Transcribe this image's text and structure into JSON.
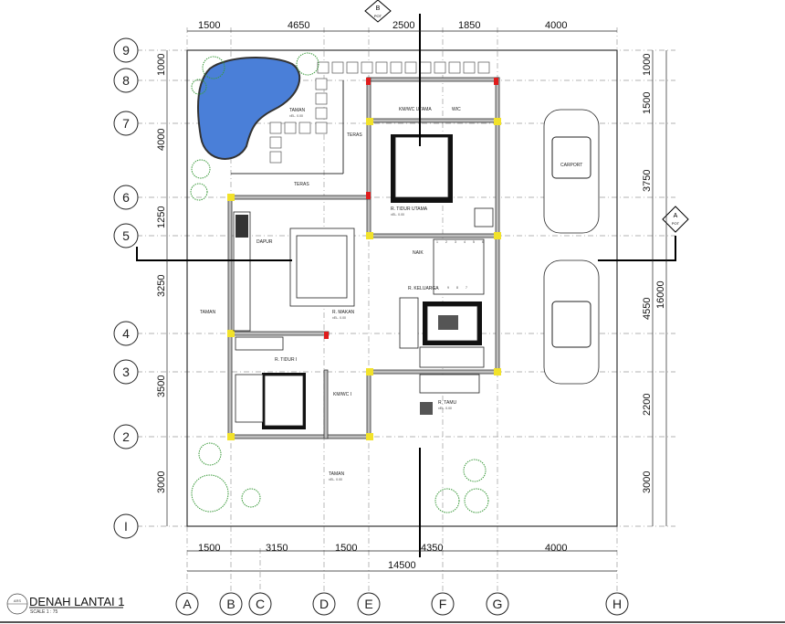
{
  "title": "DENAH LANTAI 1",
  "scale": "SCALE 1 : 75",
  "title_badge": "ARS",
  "grid_columns": [
    "A",
    "B",
    "C",
    "D",
    "E",
    "F",
    "G",
    "H"
  ],
  "grid_rows": [
    "9",
    "8",
    "7",
    "6",
    "5",
    "4",
    "3",
    "2",
    "I"
  ],
  "dims_top": [
    "1500",
    "4650",
    "2500",
    "1850",
    "4000"
  ],
  "dims_bottom": [
    "1500",
    "3150",
    "1500",
    "4350",
    "4000"
  ],
  "dim_bottom_total": "14500",
  "dims_left": [
    "1000",
    "4000",
    "1250",
    "3250",
    "3500",
    "3000"
  ],
  "dims_right": [
    "1000",
    "1500",
    "3750",
    "4550",
    "2200",
    "3000"
  ],
  "dim_right_total": "16000",
  "section_marks": [
    {
      "letter": "B",
      "sheet": "POT"
    },
    {
      "letter": "A",
      "sheet": "POT"
    }
  ],
  "rooms": {
    "taman_top": "TAMAN",
    "teras_1": "TERAS",
    "teras_2": "TERAS",
    "km_utama": "KM/WC UTAMA",
    "wic": "WIC",
    "tidur_utama": "R. TIDUR UTAMA",
    "carport": "CARPORT",
    "dapur": "DAPUR",
    "naik": "NAIK",
    "keluarga": "R. KELUARGA",
    "taman_left": "TAMAN",
    "makan": "R. MAKAN",
    "tidur_1": "R. TIDUR I",
    "km_1": "KM/WC I",
    "tamu": "R. TAMU",
    "taman_bottom": "TAMAN"
  },
  "elevation": "±EL. 0.00",
  "stair_numbers": [
    "1",
    "2",
    "3",
    "4",
    "5",
    "6",
    "9",
    "8",
    "7"
  ]
}
